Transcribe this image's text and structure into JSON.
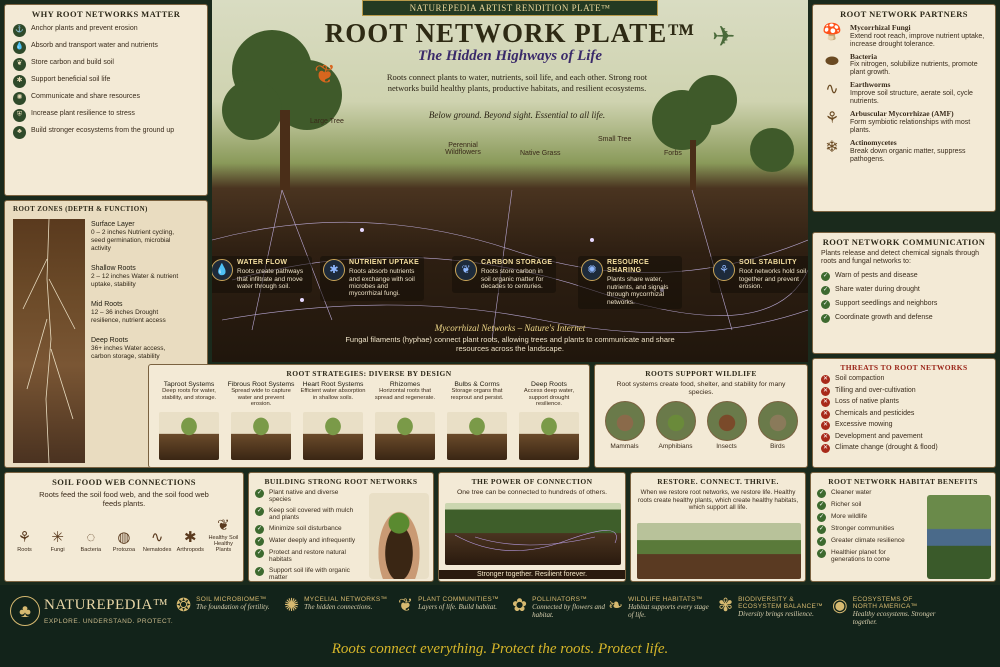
{
  "header": {
    "banner": "NATUREPEDIA ARTIST RENDITION PLATE™",
    "title": "ROOT NETWORK PLATE™",
    "subtitle": "The Hidden Highways of Life",
    "intro": "Roots connect plants to water, nutrients, soil life, and each other. Strong root networks build healthy plants, productive habitats, and resilient ecosystems.",
    "tagline": "Below ground. Beyond sight. Essential to all life."
  },
  "why": {
    "title": "WHY ROOT NETWORKS MATTER",
    "items": [
      "Anchor plants and prevent erosion",
      "Absorb and transport water and nutrients",
      "Store carbon and build soil",
      "Support beneficial soil life",
      "Communicate and share resources",
      "Increase plant resilience to stress",
      "Build stronger ecosystems from the ground up"
    ]
  },
  "zones": {
    "title": "ROOT ZONES (DEPTH & FUNCTION)",
    "items": [
      {
        "name": "Surface Layer",
        "detail": "0 – 2 inches Nutrient cycling, seed germination, microbial activity"
      },
      {
        "name": "Shallow Roots",
        "detail": "2 – 12 inches Water & nutrient uptake, stability"
      },
      {
        "name": "Mid Roots",
        "detail": "12 – 36 inches Drought resilience, nutrient access"
      },
      {
        "name": "Deep Roots",
        "detail": "36+ inches Water access, carbon storage, stability"
      }
    ]
  },
  "scene": {
    "plants": [
      "Large Tree",
      "Perennial Wildflowers",
      "Native Grass",
      "Small Tree",
      "Forbs"
    ],
    "functions": [
      {
        "title": "WATER FLOW",
        "text": "Roots create pathways that infiltrate and move water through soil.",
        "icon": "water-drop-icon",
        "glyph": "💧"
      },
      {
        "title": "NUTRIENT UPTAKE",
        "text": "Roots absorb nutrients and exchange with soil microbes and mycorrhizal fungi.",
        "icon": "nutrient-icon",
        "glyph": "✱"
      },
      {
        "title": "CARBON STORAGE",
        "text": "Roots store carbon in soil organic matter for decades to centuries.",
        "icon": "leaf-icon",
        "glyph": "❦"
      },
      {
        "title": "RESOURCE SHARING",
        "text": "Plants share water, nutrients, and signals through mycorrhizal networks.",
        "icon": "network-icon",
        "glyph": "✺"
      },
      {
        "title": "SOIL STABILITY",
        "text": "Root networks hold soil together and prevent erosion.",
        "icon": "roots-icon",
        "glyph": "⚘"
      }
    ],
    "myco_title": "Mycorrhizal Networks – Nature's Internet",
    "myco_text": "Fungal filaments (hyphae) connect plant roots, allowing trees and plants to communicate and share resources across the landscape."
  },
  "partners": {
    "title": "ROOT NETWORK PARTNERS",
    "items": [
      {
        "name": "Mycorrhizal Fungi",
        "text": "Extend root reach, improve nutrient uptake, increase drought tolerance.",
        "icon": "mushroom-icon",
        "glyph": "🍄"
      },
      {
        "name": "Bacteria",
        "text": "Fix nitrogen, solubilize nutrients, promote plant growth.",
        "icon": "bacteria-icon",
        "glyph": "⬬"
      },
      {
        "name": "Earthworms",
        "text": "Improve soil structure, aerate soil, cycle nutrients.",
        "icon": "earthworm-icon",
        "glyph": "∿"
      },
      {
        "name": "Arbuscular Mycorrhizae (AMF)",
        "text": "Form symbiotic relationships with most plants.",
        "icon": "amf-icon",
        "glyph": "⚘"
      },
      {
        "name": "Actinomycetes",
        "text": "Break down organic matter, suppress pathogens.",
        "icon": "actinomycetes-icon",
        "glyph": "❄"
      }
    ]
  },
  "comm": {
    "title": "ROOT NETWORK COMMUNICATION",
    "intro": "Plants release and detect chemical signals through roots and fungal networks to:",
    "items": [
      "Warn of pests and disease",
      "Share water during drought",
      "Support seedlings and neighbors",
      "Coordinate growth and defense"
    ]
  },
  "strategies": {
    "title": "ROOT STRATEGIES: DIVERSE BY DESIGN",
    "items": [
      {
        "name": "Taproot Systems",
        "text": "Deep roots for water, stability, and storage."
      },
      {
        "name": "Fibrous Root Systems",
        "text": "Spread wide to capture water and prevent erosion."
      },
      {
        "name": "Heart Root Systems",
        "text": "Efficient water absorption in shallow soils."
      },
      {
        "name": "Rhizomes",
        "text": "Horizontal roots that spread and regenerate."
      },
      {
        "name": "Bulbs & Corms",
        "text": "Storage organs that resprout and persist."
      },
      {
        "name": "Deep Roots",
        "text": "Access deep water, support drought resilience."
      }
    ]
  },
  "wildlife": {
    "title": "ROOTS SUPPORT WILDLIFE",
    "text": "Root systems create food, shelter, and stability for many species.",
    "items": [
      "Mammals",
      "Amphibians",
      "Insects",
      "Birds"
    ]
  },
  "threats": {
    "title": "THREATS TO ROOT NETWORKS",
    "items": [
      "Soil compaction",
      "Tilling and over-cultivation",
      "Loss of native plants",
      "Chemicals and pesticides",
      "Excessive mowing",
      "Development and pavement",
      "Climate change (drought & flood)"
    ]
  },
  "foodweb": {
    "title": "SOIL FOOD WEB CONNECTIONS",
    "text": "Roots feed the soil food web, and the soil food web feeds plants.",
    "items": [
      "Roots",
      "Fungi",
      "Bacteria",
      "Protozoa",
      "Nematodes",
      "Arthropods",
      "Healthy Soil Healthy Plants"
    ]
  },
  "building": {
    "title": "BUILDING STRONG ROOT NETWORKS",
    "items": [
      "Plant native and diverse species",
      "Keep soil covered with mulch and plants",
      "Minimize soil disturbance",
      "Water deeply and infrequently",
      "Protect and restore natural habitats",
      "Support soil life with organic matter"
    ]
  },
  "power": {
    "title": "THE POWER OF CONNECTION",
    "text": "One tree can be connected to hundreds of others.",
    "footer": "Stronger together. Resilient forever."
  },
  "restore": {
    "title": "RESTORE. CONNECT. THRIVE.",
    "text": "When we restore root networks, we restore life. Healthy roots create healthy plants, which create healthy habitats, which support all life."
  },
  "benefits": {
    "title": "ROOT NETWORK HABITAT BENEFITS",
    "items": [
      "Cleaner water",
      "Richer soil",
      "More wildlife",
      "Stronger communities",
      "Greater climate resilience",
      "Healthier planet for generations to come"
    ]
  },
  "footer": {
    "brand": "NATUREPEDIA™",
    "brand_tag": "EXPLORE. UNDERSTAND. PROTECT.",
    "items": [
      {
        "title": "SOIL MICROBIOME™",
        "text": "The foundation of fertility.",
        "icon": "microbiome-icon",
        "glyph": "❂"
      },
      {
        "title": "MYCELIAL NETWORKS™",
        "text": "The hidden connections.",
        "icon": "mycelium-icon",
        "glyph": "✺"
      },
      {
        "title": "PLANT COMMUNITIES™",
        "text": "Layers of life. Build habitat.",
        "icon": "plant-icon",
        "glyph": "❦"
      },
      {
        "title": "POLLINATORS™",
        "text": "Connected by flowers and habitat.",
        "icon": "bee-icon",
        "glyph": "✿"
      },
      {
        "title": "WILDLIFE HABITATS™",
        "text": "Habitat supports every stage of life.",
        "icon": "butterfly-icon",
        "glyph": "❧"
      },
      {
        "title": "BIODIVERSITY & ECOSYSTEM BALANCE™",
        "text": "Diversity brings resilience.",
        "icon": "biodiversity-icon",
        "glyph": "✾"
      },
      {
        "title": "ECOSYSTEMS OF NORTH AMERICA™",
        "text": "Healthy ecosystems. Stronger together.",
        "icon": "globe-icon",
        "glyph": "◉"
      }
    ],
    "slogan": "Roots connect everything. Protect the roots. Protect life."
  }
}
